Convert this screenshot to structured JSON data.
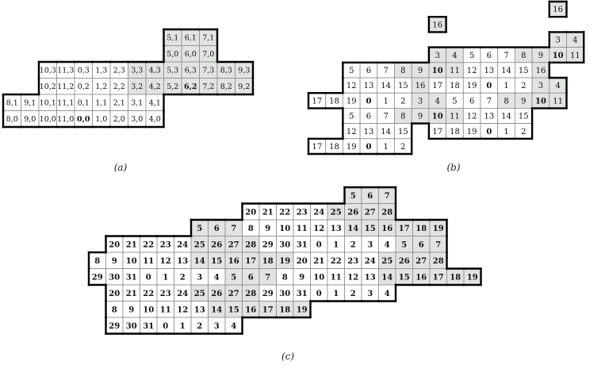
{
  "captions": [
    "(a)",
    "(b)",
    "(c)"
  ],
  "colors": {
    "shade": "#e2e4e2",
    "grid": "#8a8a8a",
    "outline": "#000000",
    "background": "#ffffff"
  },
  "panel_a": {
    "rows": [
      {
        "start": 9,
        "cells": [
          "5,1",
          "6,1",
          "7,1"
        ],
        "shaded": [
          1,
          1,
          1
        ]
      },
      {
        "start": 9,
        "cells": [
          "5,0",
          "6,0",
          "7,0"
        ],
        "shaded": [
          1,
          1,
          1
        ]
      },
      {
        "start": 2,
        "cells": [
          "10,3",
          "11,3",
          "0,3",
          "1,3",
          "2,3",
          "3,3",
          "4,3",
          "5,3",
          "6,3",
          "7,3",
          "8,3",
          "9,3"
        ],
        "shaded": [
          0,
          0,
          0,
          0,
          0,
          1,
          1,
          1,
          1,
          1,
          1,
          1
        ]
      },
      {
        "start": 2,
        "cells": [
          "10,2",
          "11,2",
          "0,2",
          "1,2",
          "2,2",
          "3,2",
          "4,2",
          "5,2",
          "6,2",
          "7,2",
          "8,2",
          "9,2"
        ],
        "shaded": [
          0,
          0,
          0,
          0,
          0,
          1,
          1,
          1,
          1,
          1,
          1,
          1
        ],
        "bold": [
          8
        ]
      },
      {
        "start": 0,
        "cells": [
          "8,1",
          "9,1",
          "10,1",
          "11,1",
          "0,1",
          "1,1",
          "2,1",
          "3,1",
          "4,1"
        ],
        "shaded": [
          0,
          0,
          0,
          0,
          0,
          0,
          0,
          0,
          0
        ]
      },
      {
        "start": 0,
        "cells": [
          "8,0",
          "9,0",
          "10,0",
          "11,0",
          "0,0",
          "1,0",
          "2,0",
          "3,0",
          "4,0"
        ],
        "shaded": [
          0,
          0,
          0,
          0,
          0,
          0,
          0,
          0,
          0
        ],
        "bold": [
          4
        ]
      }
    ]
  },
  "panel_b": {
    "rows": [
      {
        "start": 14,
        "cells": [
          "16"
        ],
        "shaded": [
          1
        ]
      },
      {
        "start": 7,
        "cells": [
          "16"
        ],
        "shaded": [
          1
        ]
      },
      {
        "start": 14,
        "cells": [
          "3",
          "4"
        ],
        "shaded": [
          1,
          1
        ]
      },
      {
        "start": 7,
        "cells": [
          "3",
          "4",
          "5",
          "6",
          "7",
          "8",
          "9",
          "10",
          "11"
        ],
        "shaded": [
          1,
          1,
          0,
          0,
          0,
          1,
          1,
          1,
          1
        ],
        "bold": [
          7
        ]
      },
      {
        "start": 2,
        "cells": [
          "5",
          "6",
          "7",
          "8",
          "9",
          "10",
          "11",
          "12",
          "13",
          "14",
          "15",
          "16"
        ],
        "shaded": [
          0,
          0,
          0,
          1,
          1,
          1,
          1,
          0,
          0,
          0,
          0,
          1
        ],
        "bold": [
          5
        ]
      },
      {
        "start": 2,
        "cells": [
          "12",
          "13",
          "14",
          "15",
          "16",
          "17",
          "18",
          "19",
          "0",
          "1",
          "2",
          "3",
          "4"
        ],
        "shaded": [
          0,
          0,
          0,
          0,
          1,
          0,
          0,
          0,
          0,
          0,
          0,
          1,
          1
        ],
        "bold": [
          8
        ]
      },
      {
        "start": 0,
        "cells": [
          "17",
          "18",
          "19",
          "0",
          "1",
          "2",
          "3",
          "4",
          "5",
          "6",
          "7",
          "8",
          "9",
          "10",
          "11"
        ],
        "shaded": [
          0,
          0,
          0,
          0,
          0,
          0,
          1,
          1,
          0,
          0,
          0,
          1,
          1,
          1,
          1
        ],
        "bold": [
          3,
          13
        ]
      },
      {
        "start": 2,
        "cells": [
          "5",
          "6",
          "7",
          "8",
          "9",
          "10",
          "11",
          "12",
          "13",
          "14",
          "15"
        ],
        "shaded": [
          0,
          0,
          0,
          1,
          1,
          1,
          1,
          0,
          0,
          0,
          0
        ],
        "bold": [
          5
        ]
      },
      {
        "start": 2,
        "cells": [
          "12",
          "13",
          "14",
          "15",
          "17",
          "18",
          "19",
          "0",
          "1",
          "2"
        ],
        "shaded": [
          0,
          0,
          0,
          0,
          0,
          0,
          0,
          0,
          0,
          0
        ],
        "offset": [
          0,
          0,
          0,
          0,
          1,
          1,
          1,
          1,
          1,
          1
        ],
        "bold": [
          7
        ]
      },
      {
        "start": 0,
        "cells": [
          "17",
          "18",
          "19",
          "0",
          "1",
          "2"
        ],
        "shaded": [
          0,
          0,
          0,
          0,
          0,
          0
        ],
        "bold": [
          3
        ]
      }
    ]
  },
  "panel_c": {
    "rows": [
      {
        "start": 15,
        "cells": [
          "5",
          "6",
          "7"
        ],
        "shaded": [
          1,
          1,
          1
        ]
      },
      {
        "start": 9,
        "cells": [
          "20",
          "21",
          "22",
          "23",
          "24",
          "25",
          "26",
          "27",
          "28"
        ],
        "shaded": [
          0,
          0,
          0,
          0,
          0,
          1,
          1,
          1,
          1
        ]
      },
      {
        "start": 6,
        "cells": [
          "5",
          "6",
          "7",
          "8",
          "9",
          "10",
          "11",
          "12",
          "13",
          "14",
          "15",
          "16",
          "17",
          "18",
          "19"
        ],
        "shaded": [
          1,
          1,
          1,
          0,
          0,
          0,
          0,
          0,
          0,
          1,
          1,
          1,
          1,
          1,
          1
        ]
      },
      {
        "start": 1,
        "cells": [
          "20",
          "21",
          "22",
          "23",
          "24",
          "25",
          "26",
          "27",
          "28",
          "29",
          "30",
          "31",
          "0",
          "1",
          "2",
          "3",
          "4",
          "5",
          "6",
          "7"
        ],
        "shaded": [
          0,
          0,
          0,
          0,
          0,
          1,
          1,
          1,
          1,
          0,
          0,
          0,
          0,
          0,
          0,
          0,
          0,
          1,
          1,
          1
        ]
      },
      {
        "start": 0,
        "cells": [
          "8",
          "9",
          "10",
          "11",
          "12",
          "13",
          "14",
          "15",
          "16",
          "17",
          "18",
          "19",
          "20",
          "21",
          "22",
          "23",
          "24",
          "25",
          "26",
          "27",
          "28"
        ],
        "shaded": [
          0,
          0,
          0,
          0,
          0,
          0,
          1,
          1,
          1,
          1,
          1,
          1,
          0,
          0,
          0,
          0,
          0,
          1,
          1,
          1,
          1
        ]
      },
      {
        "start": 0,
        "cells": [
          "29",
          "30",
          "31",
          "0",
          "1",
          "2",
          "3",
          "4",
          "5",
          "6",
          "7",
          "8",
          "9",
          "10",
          "11",
          "12",
          "13",
          "14",
          "15",
          "16",
          "17",
          "18",
          "19"
        ],
        "shaded": [
          0,
          0,
          0,
          0,
          0,
          0,
          0,
          0,
          1,
          1,
          1,
          0,
          0,
          0,
          0,
          0,
          0,
          1,
          1,
          1,
          1,
          1,
          1
        ]
      },
      {
        "start": 1,
        "cells": [
          "20",
          "21",
          "22",
          "23",
          "24",
          "25",
          "26",
          "27",
          "28",
          "29",
          "30",
          "31",
          "0",
          "1",
          "2",
          "3",
          "4"
        ],
        "shaded": [
          0,
          0,
          0,
          0,
          0,
          1,
          1,
          1,
          1,
          0,
          0,
          0,
          0,
          0,
          0,
          0,
          0
        ]
      },
      {
        "start": 1,
        "cells": [
          "8",
          "9",
          "10",
          "11",
          "12",
          "13",
          "14",
          "15",
          "16",
          "17",
          "18",
          "19"
        ],
        "shaded": [
          0,
          0,
          0,
          0,
          0,
          0,
          1,
          1,
          1,
          1,
          1,
          1
        ]
      },
      {
        "start": 1,
        "cells": [
          "29",
          "30",
          "31",
          "0",
          "1",
          "2",
          "3",
          "4"
        ],
        "shaded": [
          0,
          0,
          0,
          0,
          0,
          0,
          0,
          0
        ]
      }
    ]
  }
}
